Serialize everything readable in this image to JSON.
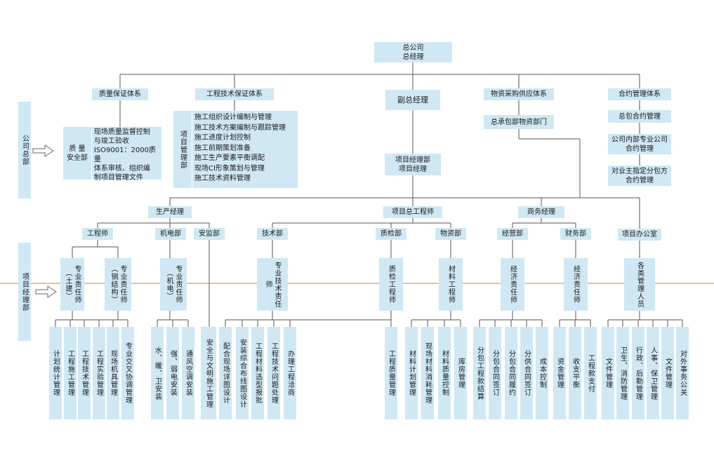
{
  "top": {
    "gm": "总公司\n总经理",
    "vgm": "副总经理"
  },
  "branches": {
    "quality": "质量保证体系",
    "tech": "工程技术保证体系",
    "procure": "物资采购供应体系",
    "contract": "合约管理体系"
  },
  "hq": {
    "label": "公司总部",
    "safety_dept": "质  量\n安全部",
    "safety_items": [
      "现场质量监督控制",
      "与竣工验收",
      "ISO9001：2000质量",
      "体系审核、组织编",
      "制项目管理文件"
    ],
    "proj_mgmt": "项目管理部",
    "tech_items": [
      "施工组织设计编制与管理",
      "施工技术方案编制与跟踪管理",
      "施工进度计划控制",
      "施工前期策划准备",
      "施工生产要素平衡调配",
      "现场CI形象策划与管理",
      "施工技术资料管理"
    ],
    "materials_dept": "总承包部物资部门",
    "contract_items": [
      "总包合约管理",
      "公司内部专业公司\n合约管理",
      "对业主指定分包方\n合约管理"
    ]
  },
  "project": {
    "label": "项目经理部",
    "pm": "项目经理部\n项目经理",
    "prod_mgr": "生产经理",
    "chief_eng": "项目总工程师",
    "biz_mgr": "商务经理",
    "office": "项目办公室"
  },
  "depts": {
    "engineer": "工程师",
    "mech": "机电部",
    "safety": "安监部",
    "tech": "技术部",
    "qc": "质检部",
    "material": "物资部",
    "ops": "经营部",
    "finance": "财务部"
  },
  "roles": {
    "civil": "专业责任师（土建）",
    "steel": "专业责任师（钢结构）",
    "mech": "专业责任师（机电）",
    "tech": "专业技术责任师",
    "qc": "质检工程师",
    "material": "材料工程师",
    "ops": "经济责任师",
    "finance": "经济责任师",
    "office": "各类管理人员"
  },
  "duties": {
    "civil": [
      "计划统计管理",
      "工程施工管理",
      "工程技术管理",
      "工程实验管理",
      "现场机具管理",
      "专业交叉协调管理"
    ],
    "mech": [
      "水、暖、卫安装",
      "强、弱电安装",
      "通风空调安装"
    ],
    "safety": [
      "安全与文明施工管理"
    ],
    "tech": [
      "配合现场详图设计",
      "安装综合布线图设计",
      "工程材料选型报批",
      "工程技术问题处理",
      "办理工程洽商"
    ],
    "qc": [
      "工程质量管理"
    ],
    "material": [
      "材料计划管理",
      "现场材料消耗管理",
      "材料质量控制",
      "库房管理"
    ],
    "ops": [
      "分包工程款结算",
      "分包合同签订",
      "分包合同履约",
      "分供合同签订",
      "成本控制"
    ],
    "finance": [
      "资金管理",
      "收支平衡",
      "工程款支付"
    ],
    "office": [
      "文件管理",
      "卫生、消防管理",
      "行政、后勤管理",
      "人事、保卫管理",
      "文件管理",
      "对外事务公关"
    ]
  },
  "colors": {
    "box": "#cfe8f4",
    "line": "#555555",
    "divider": "#e07a2e",
    "arrow": "#666666"
  }
}
